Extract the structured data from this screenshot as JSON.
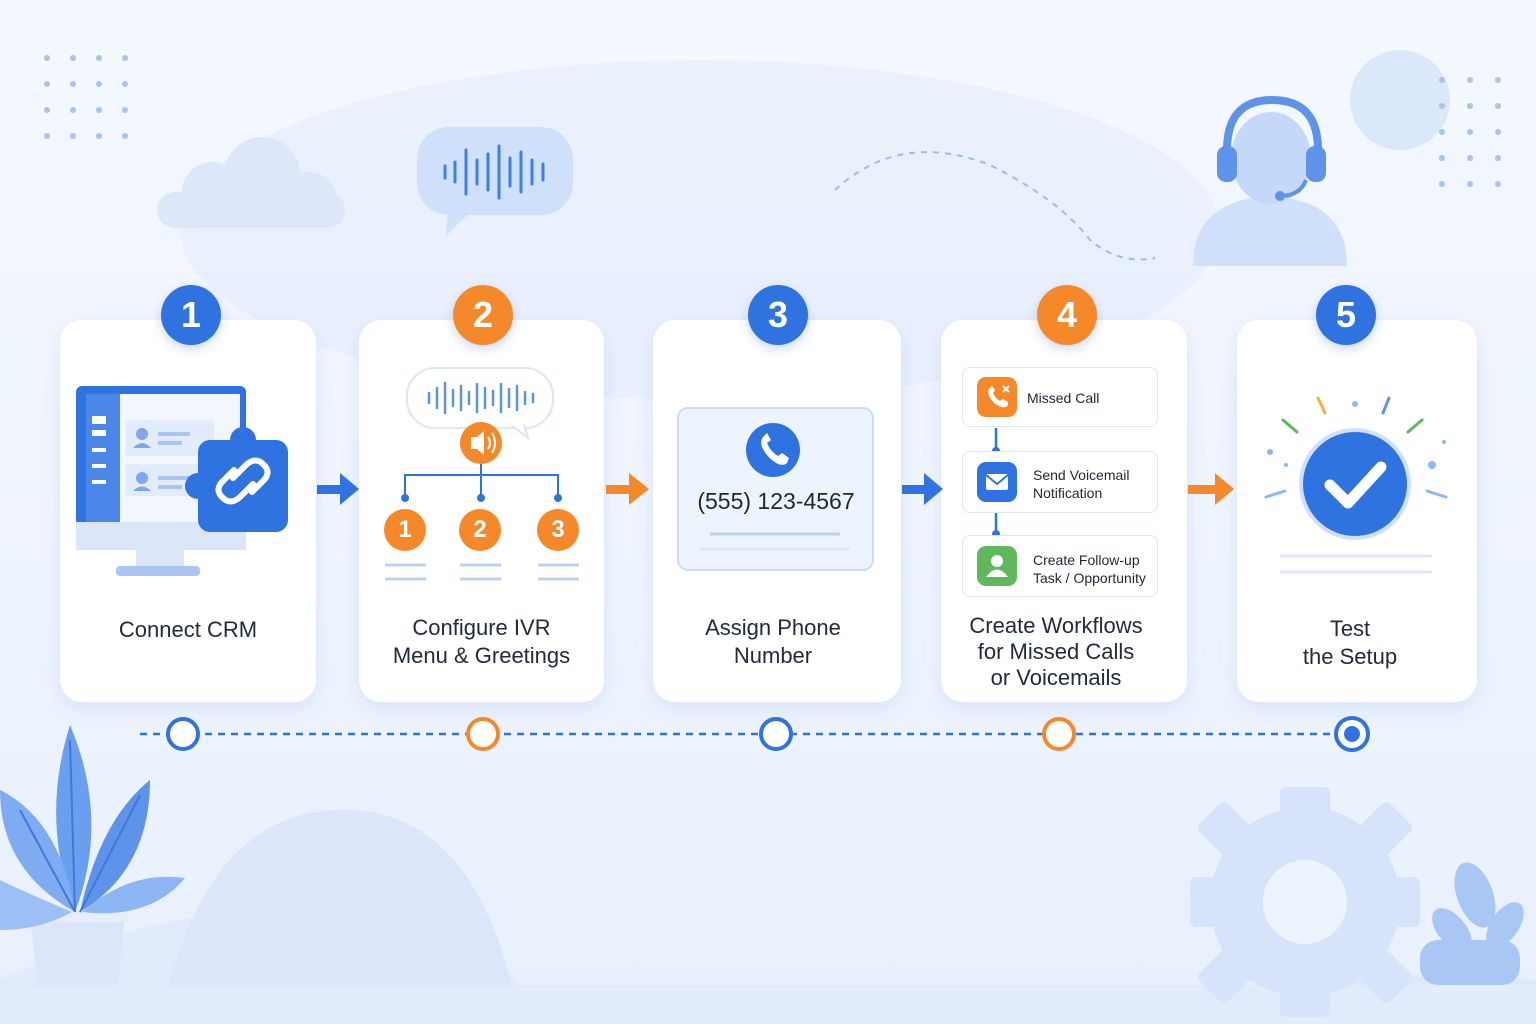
{
  "steps": [
    {
      "number": "1",
      "color": "#2f73e0",
      "title_lines": [
        "Connect CRM"
      ]
    },
    {
      "number": "2",
      "color": "#f5892a",
      "title_lines": [
        "Configure IVR",
        "Menu & Greetings"
      ]
    },
    {
      "number": "3",
      "color": "#2f73e0",
      "title_lines": [
        "Assign Phone",
        "Number"
      ]
    },
    {
      "number": "4",
      "color": "#f5892a",
      "title_lines": [
        "Create Workflows",
        "for Missed Calls",
        "or Voicemails"
      ]
    },
    {
      "number": "5",
      "color": "#2f73e0",
      "title_lines": [
        "Test",
        "the Setup"
      ]
    }
  ],
  "ivr_options": [
    "1",
    "2",
    "3"
  ],
  "phone_number": "(555) 123-4567",
  "workflow": {
    "missed_call": "Missed Call",
    "voicemail_lines": [
      "Send Voicemail",
      "Notification"
    ],
    "followup_lines": [
      "Create Follow-up",
      "Task / Opportunity"
    ]
  },
  "colors": {
    "blue": "#2f73e0",
    "orange": "#f5892a",
    "green": "#5fb85a",
    "light_blue": "#cfe0fb"
  }
}
